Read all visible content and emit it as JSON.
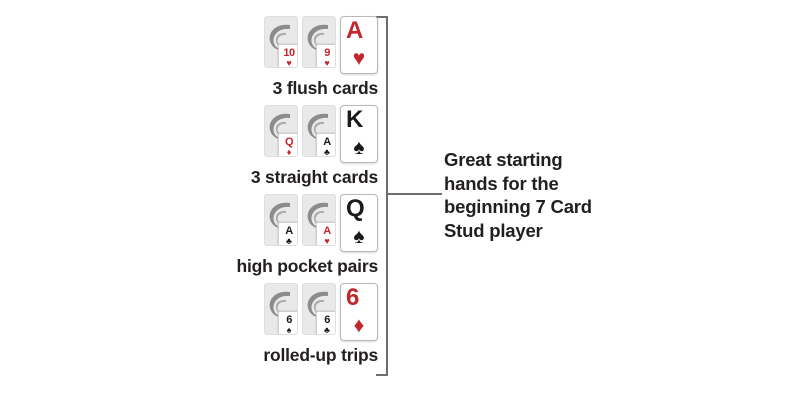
{
  "caption": {
    "text": "Great starting hands for the beginning 7 Card Stud player"
  },
  "colors": {
    "red": "#c1272d",
    "black": "#1a1a1a",
    "card_back": "#e9e9e9",
    "swirl": "#8a8c8e",
    "bracket": "#6d6e71",
    "text": "#231f20"
  },
  "rows": [
    {
      "label": "3 flush cards",
      "cards": [
        {
          "facing": "down",
          "rank": "10",
          "suit": "♥",
          "suit_name": "hearts",
          "color": "red"
        },
        {
          "facing": "down",
          "rank": "9",
          "suit": "♥",
          "suit_name": "hearts",
          "color": "red"
        },
        {
          "facing": "up",
          "rank": "A",
          "suit": "♥",
          "suit_name": "hearts",
          "color": "red"
        }
      ]
    },
    {
      "label": "3 straight cards",
      "cards": [
        {
          "facing": "down",
          "rank": "Q",
          "suit": "♦",
          "suit_name": "diamonds",
          "color": "red"
        },
        {
          "facing": "down",
          "rank": "A",
          "suit": "♣",
          "suit_name": "clubs",
          "color": "black"
        },
        {
          "facing": "up",
          "rank": "K",
          "suit": "♠",
          "suit_name": "spades",
          "color": "black"
        }
      ]
    },
    {
      "label": "high pocket pairs",
      "cards": [
        {
          "facing": "down",
          "rank": "A",
          "suit": "♣",
          "suit_name": "clubs",
          "color": "black"
        },
        {
          "facing": "down",
          "rank": "A",
          "suit": "♥",
          "suit_name": "hearts",
          "color": "red"
        },
        {
          "facing": "up",
          "rank": "Q",
          "suit": "♠",
          "suit_name": "spades",
          "color": "black"
        }
      ]
    },
    {
      "label": "rolled-up trips",
      "cards": [
        {
          "facing": "down",
          "rank": "6",
          "suit": "♠",
          "suit_name": "spades",
          "color": "black"
        },
        {
          "facing": "down",
          "rank": "6",
          "suit": "♣",
          "suit_name": "clubs",
          "color": "black"
        },
        {
          "facing": "up",
          "rank": "6",
          "suit": "♦",
          "suit_name": "diamonds",
          "color": "red"
        }
      ]
    }
  ]
}
